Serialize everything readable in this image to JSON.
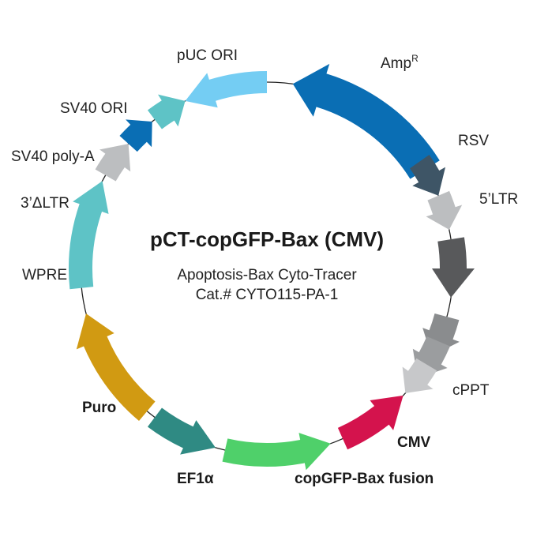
{
  "plasmid": {
    "name": "pCT-copGFP-Bax (CMV)",
    "description": "Apoptosis-Bax Cyto-Tracer",
    "catalog": "Cat.# CYTO115-PA-1"
  },
  "features": [
    {
      "id": "ampr",
      "label": "Amp",
      "sup": "R",
      "color": "#0a6eb4",
      "bold": false
    },
    {
      "id": "rsv",
      "label": "RSV",
      "color": "#3e5566",
      "bold": false
    },
    {
      "id": "ltr5",
      "label": "5’LTR",
      "color": "#bcbec0",
      "bold": false
    },
    {
      "id": "dark-gray-1",
      "label": "",
      "color": "#58595b",
      "bold": false
    },
    {
      "id": "gray-2",
      "label": "",
      "color": "#8a8c8e",
      "bold": false
    },
    {
      "id": "gray-3",
      "label": "",
      "color": "#9b9d9f",
      "bold": false
    },
    {
      "id": "cppt",
      "label": "cPPT",
      "color": "#c7c8ca",
      "bold": false
    },
    {
      "id": "cmv",
      "label": "CMV",
      "color": "#d4134d",
      "bold": true
    },
    {
      "id": "copgfp-bax",
      "label": "copGFP-Bax fusion",
      "color": "#4fd06a",
      "bold": true
    },
    {
      "id": "ef1a",
      "label": "EF1α",
      "color": "#2f8a83",
      "bold": true
    },
    {
      "id": "puro",
      "label": "Puro",
      "color": "#d19a12",
      "bold": true
    },
    {
      "id": "wpre",
      "label": "WPRE",
      "color": "#5ec3c6",
      "bold": false
    },
    {
      "id": "ltr3",
      "label": "3’ΔLTR",
      "color": "#bcbec0",
      "bold": false
    },
    {
      "id": "sv40-polya",
      "label": "SV40 poly-A",
      "color": "#0a6eb4",
      "bold": false
    },
    {
      "id": "sv40-ori",
      "label": "SV40 ORI",
      "color": "#5ec3c6",
      "bold": false
    },
    {
      "id": "puc-ori",
      "label": "pUC ORI",
      "color": "#74cdf3",
      "bold": false
    }
  ],
  "colors": {
    "backbone": "#222222"
  }
}
